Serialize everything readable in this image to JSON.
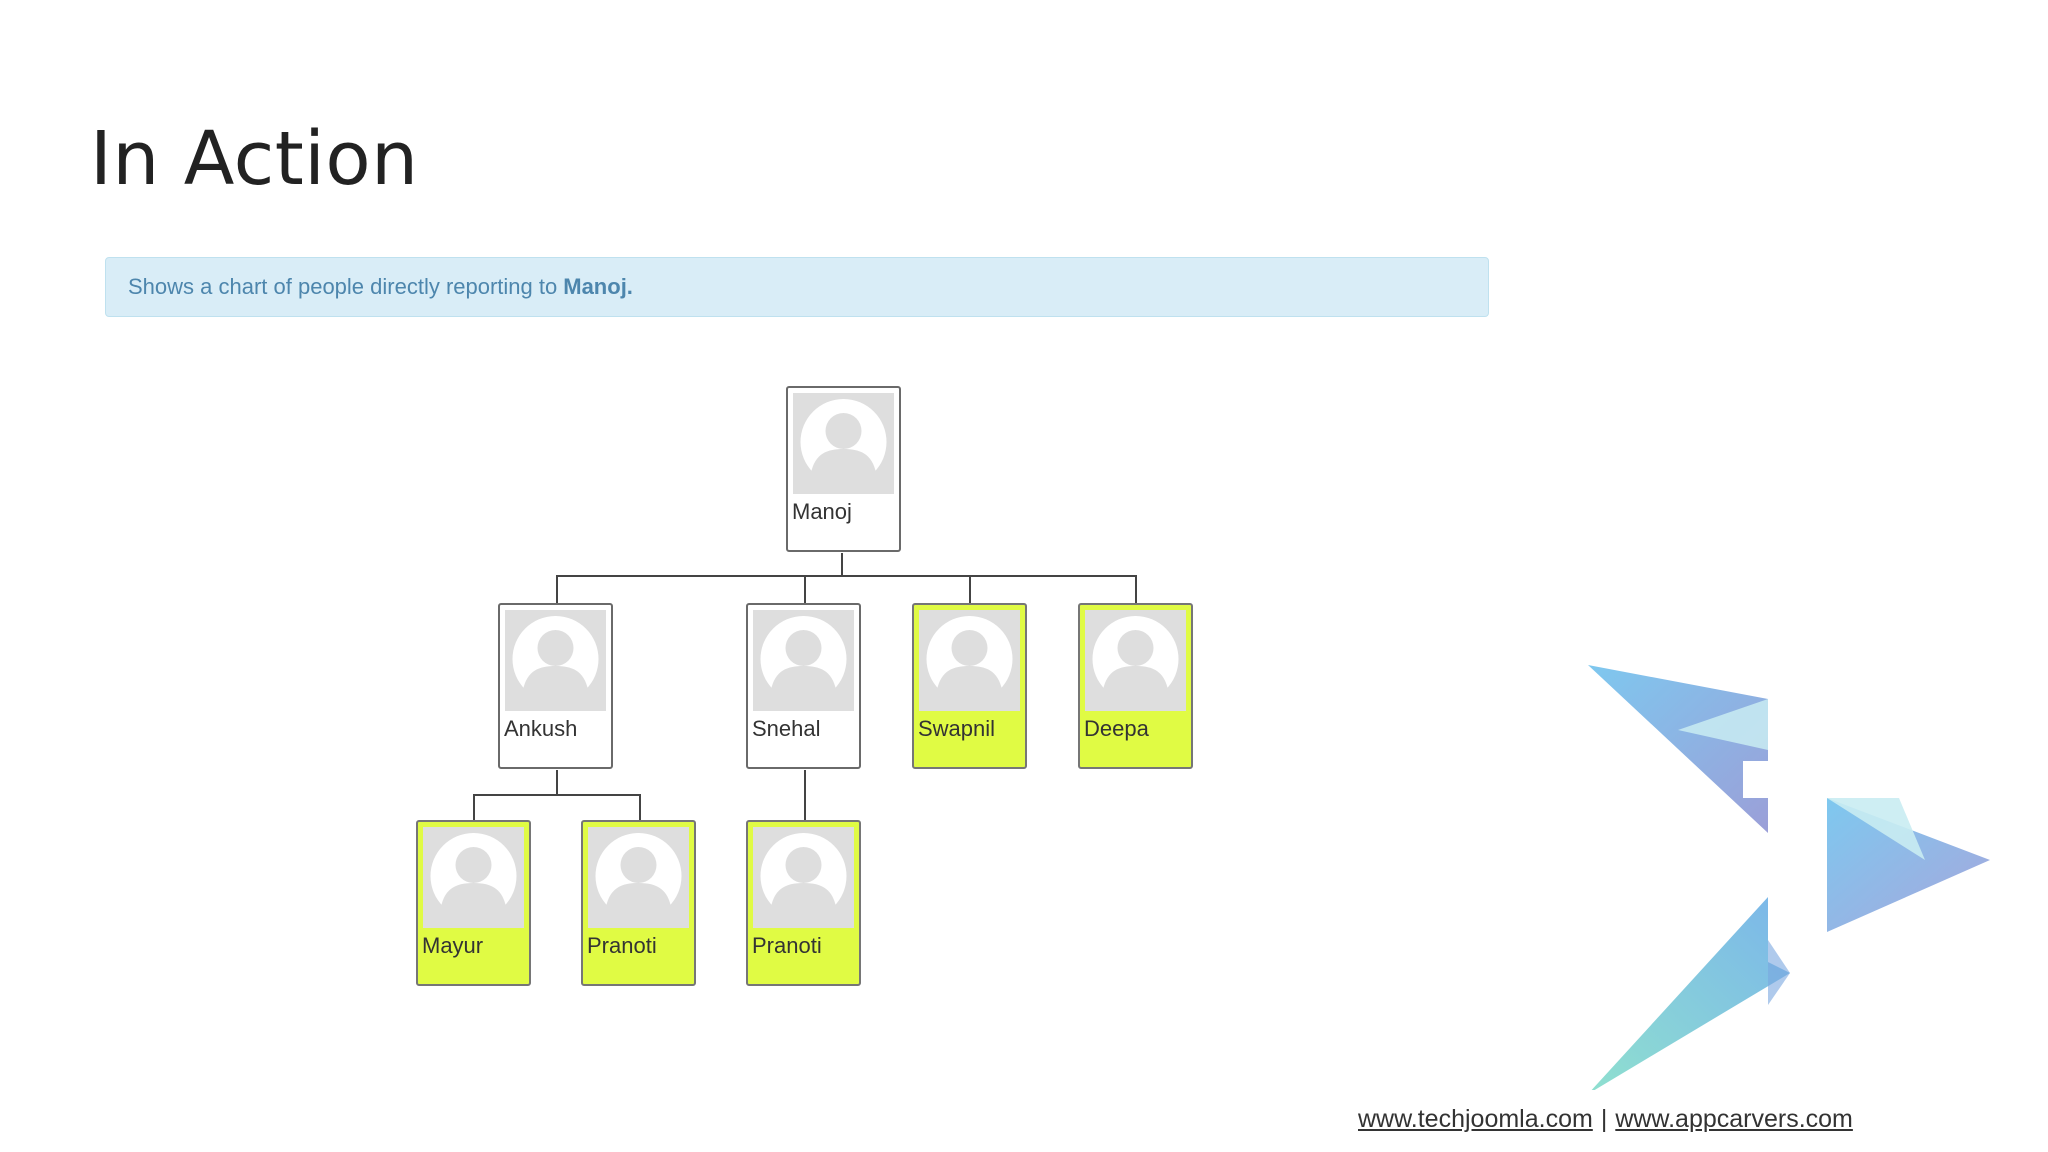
{
  "slide": {
    "title": "In Action"
  },
  "info": {
    "text": "Shows a chart of people directly reporting to",
    "name": "Manoj."
  },
  "org_chart": {
    "nodes": [
      {
        "id": "manoj",
        "name": "Manoj",
        "highlighted": false,
        "icon": "user-avatar-icon"
      },
      {
        "id": "ankush",
        "name": "Ankush",
        "highlighted": false,
        "icon": "user-avatar-icon"
      },
      {
        "id": "snehal",
        "name": "Snehal",
        "highlighted": false,
        "icon": "user-avatar-icon"
      },
      {
        "id": "swapnil",
        "name": "Swapnil",
        "highlighted": true,
        "icon": "user-avatar-icon"
      },
      {
        "id": "deepa",
        "name": "Deepa",
        "highlighted": true,
        "icon": "user-avatar-icon"
      },
      {
        "id": "mayur",
        "name": "Mayur",
        "highlighted": true,
        "icon": "user-avatar-icon"
      },
      {
        "id": "pranoti-1",
        "name": "Pranoti",
        "highlighted": true,
        "icon": "user-avatar-icon"
      },
      {
        "id": "pranoti-2",
        "name": "Pranoti",
        "highlighted": true,
        "icon": "user-avatar-icon"
      }
    ],
    "edges": [
      [
        "manoj",
        "ankush"
      ],
      [
        "manoj",
        "snehal"
      ],
      [
        "manoj",
        "swapnil"
      ],
      [
        "manoj",
        "deepa"
      ],
      [
        "ankush",
        "mayur"
      ],
      [
        "ankush",
        "pranoti-1"
      ],
      [
        "snehal",
        "pranoti-2"
      ]
    ],
    "colors": {
      "highlight": "#e0fb44",
      "default": "#ffffff",
      "line": "#444444"
    }
  },
  "footer": {
    "link1": "www.techjoomla.com",
    "separator": "|",
    "link2": "www.appcarvers.com"
  }
}
